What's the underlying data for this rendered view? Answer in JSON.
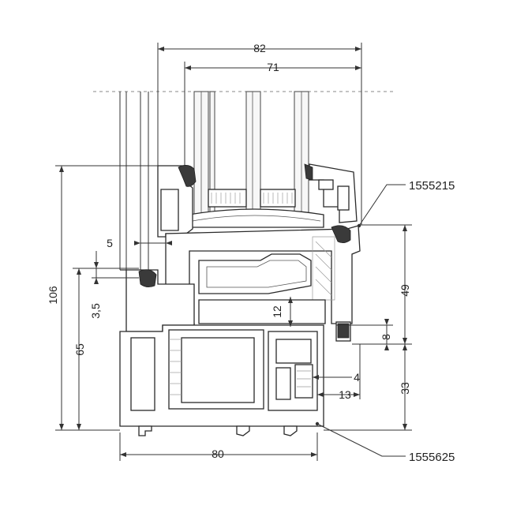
{
  "drawing": {
    "dimensions": {
      "d82": "82",
      "d71": "71",
      "d5": "5",
      "d106": "106",
      "d3_5": "3,5",
      "d65": "65",
      "d12": "12",
      "d49": "49",
      "d8": "8",
      "d4": "4",
      "d13": "13",
      "d33": "33",
      "d80": "80"
    },
    "part_numbers": {
      "sash_gasket": "1555215",
      "frame_gasket": "1555625"
    }
  }
}
